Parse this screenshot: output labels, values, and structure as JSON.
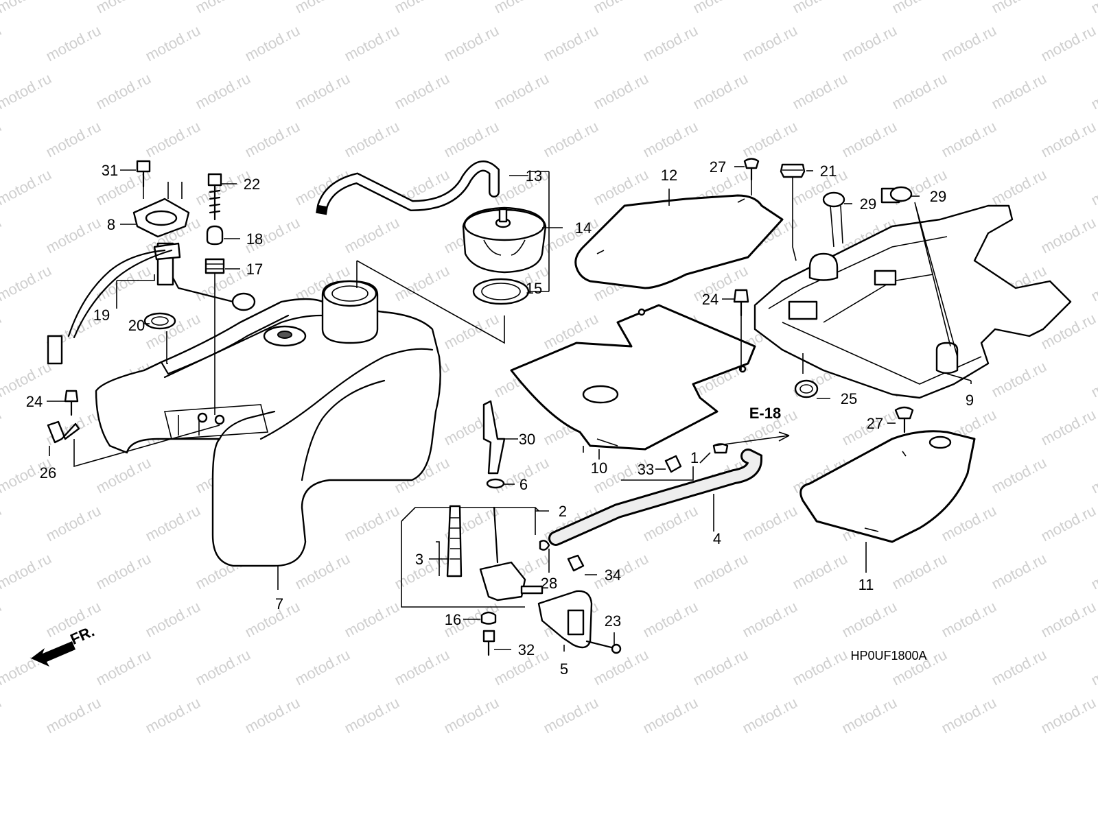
{
  "watermark": "motod.ru",
  "diagram_code": "HP0UF1800A",
  "front_marker": "FR.",
  "reference": "E-18",
  "callouts": {
    "c1": "1",
    "c2": "2",
    "c3": "3",
    "c4": "4",
    "c5": "5",
    "c6": "6",
    "c7": "7",
    "c8": "8",
    "c9": "9",
    "c10": "10",
    "c11": "11",
    "c12": "12",
    "c13": "13",
    "c14": "14",
    "c15": "15",
    "c16": "16",
    "c17": "17",
    "c18": "18",
    "c19": "19",
    "c20": "20",
    "c21": "21",
    "c22": "22",
    "c23": "23",
    "c24a": "24",
    "c24b": "24",
    "c25": "25",
    "c26": "26",
    "c27a": "27",
    "c27b": "27",
    "c28": "28",
    "c29a": "29",
    "c29b": "29",
    "c30": "30",
    "c31": "31",
    "c32": "32",
    "c33": "33",
    "c34": "34"
  }
}
